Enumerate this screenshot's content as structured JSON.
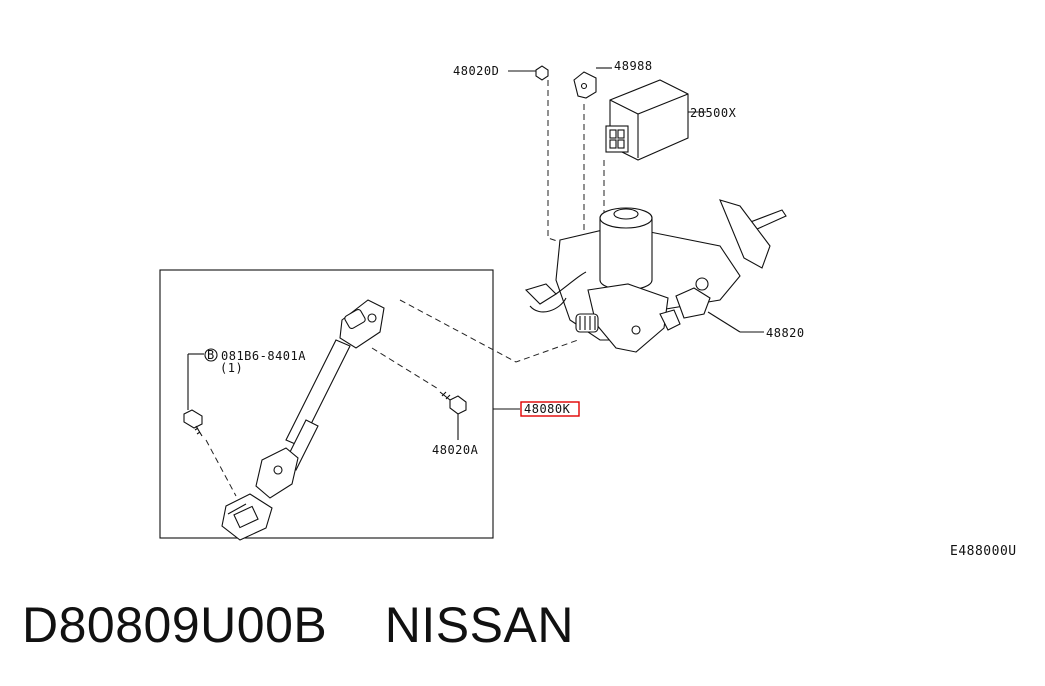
{
  "labels": {
    "p48020d": "48020D",
    "p48988": "48988",
    "p28500x": "28500X",
    "p48820": "48820",
    "p081b6": "081B6-8401A",
    "p081b6_qty": "(1)",
    "p081b6_circle": "B",
    "p48080k": "48080K",
    "p48020a": "48020A"
  },
  "footer_code": "E488000U",
  "caption": "D80809U00B    NISSAN",
  "colors": {
    "highlight": "#e00000",
    "ink": "#111111"
  }
}
